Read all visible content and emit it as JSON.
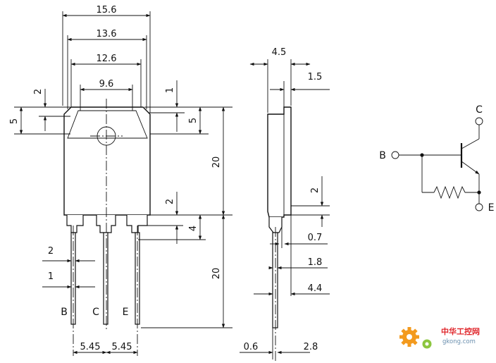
{
  "front_view": {
    "dimensions": [
      "15.6",
      "13.6",
      "12.6",
      "9.6",
      "2",
      "5",
      "1",
      "5",
      "20",
      "2",
      "4",
      "20",
      "2",
      "1",
      "5.45",
      "5.45"
    ],
    "pins": [
      "B",
      "C",
      "E"
    ]
  },
  "side_view": {
    "dimensions": [
      "4.5",
      "1.5",
      "2",
      "0.7",
      "1.8",
      "4.4",
      "0.6",
      "2.8"
    ]
  },
  "schematic": {
    "terminals": [
      "B",
      "C",
      "E"
    ]
  },
  "watermark": {
    "name": "中华工控网",
    "url": "gkong.com"
  },
  "colors": {
    "line": "#111111",
    "logo_orange": "#f39a1e",
    "logo_red": "#e0262b",
    "logo_blue": "#6a8fae"
  }
}
